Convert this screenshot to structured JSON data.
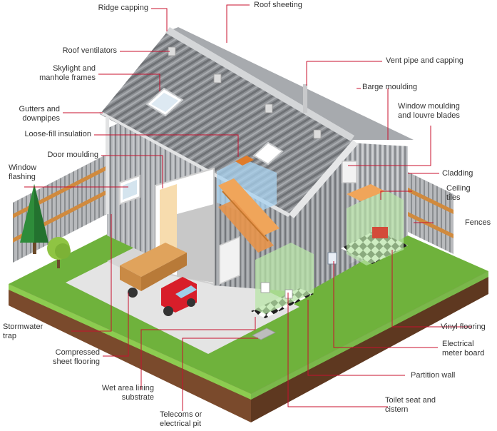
{
  "colors": {
    "leader": "#c8102e",
    "roof": "#8c8f93",
    "cladding": "#a7aaae",
    "grass": "#6fb23c",
    "soil": "#7a4a2c",
    "paving": "#e3e3e3",
    "truck_red": "#d81e2a",
    "wet_area": "#b9e6a8",
    "insulation_area": "#a9d3f0",
    "vinyl_black": "#222222"
  },
  "labels": {
    "ridge_capping": "Ridge capping",
    "roof_sheeting": "Roof sheeting",
    "roof_ventilators": "Roof ventilators",
    "vent_pipe": "Vent pipe and capping",
    "skylight_1": "Skylight and",
    "skylight_2": "manhole frames",
    "barge_moulding": "Barge moulding",
    "gutters_1": "Gutters and",
    "gutters_2": "downpipes",
    "window_moulding_1": "Window moulding",
    "window_moulding_2": "and louvre blades",
    "loose_fill": "Loose-fill insulation",
    "door_moulding": "Door moulding",
    "cladding": "Cladding",
    "window_flashing_1": "Window",
    "window_flashing_2": "flashing",
    "ceiling_tiles_1": "Ceiling",
    "ceiling_tiles_2": "tiles",
    "fences": "Fences",
    "stormwater_1": "Stormwater",
    "stormwater_2": "trap",
    "vinyl_flooring": "Vinyl flooring",
    "compressed_1": "Compressed",
    "compressed_2": "sheet flooring",
    "electrical_1": "Electrical",
    "electrical_2": "meter board",
    "wet_area_1": "Wet area lining",
    "wet_area_2": "substrate",
    "partition_wall": "Partition wall",
    "telecoms_1": "Telecoms or",
    "telecoms_2": "electrical pit",
    "toilet_1": "Toilet seat and",
    "toilet_2": "cistern"
  }
}
